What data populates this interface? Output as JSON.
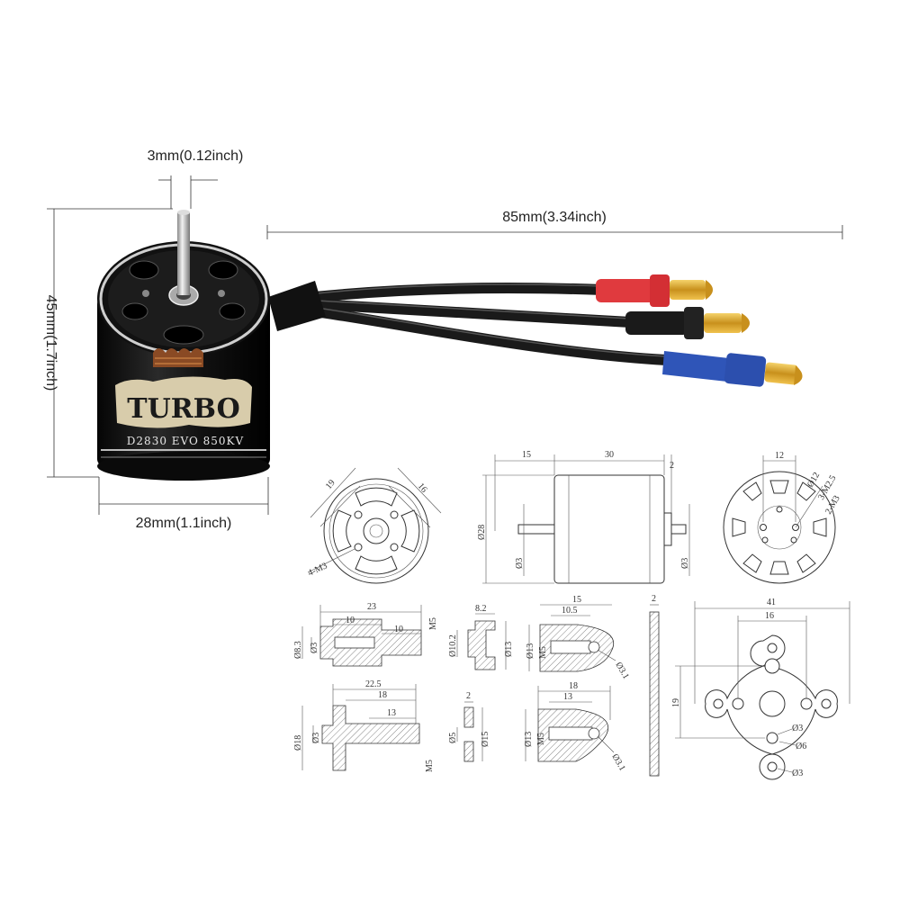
{
  "photo": {
    "brand_label": "TURBO",
    "model_label": "D2830 EVO 850KV"
  },
  "dimensions": {
    "shaft_diameter": "3mm(0.12inch)",
    "cable_length": "85mm(3.34inch)",
    "height": "45mm(1.7inch)",
    "diameter": "28mm(1.1inch)"
  },
  "colors": {
    "wire_red": "#e03a3e",
    "wire_black": "#1a1a1a",
    "wire_blue": "#2f55b8",
    "connector_gold": "#d4a32a",
    "motor_body": "#151515"
  },
  "drawings": {
    "front_view": {
      "d1": "19",
      "d2": "16",
      "holes": "4-M3"
    },
    "side_view": {
      "shaft": "15",
      "body": "30",
      "gap": "2",
      "dia": "Ø28",
      "shaft_dia": "Ø3",
      "shaft_dia2": "Ø3"
    },
    "rear_view": {
      "w": "12",
      "pcd": "Ø12",
      "holes_a": "3-M2.5",
      "holes_b": "2-M3"
    },
    "adapter_a": {
      "len": "23",
      "l1": "10",
      "l2": "10",
      "thread": "M5",
      "d_outer": "Ø8.3",
      "d_inner": "Ø3"
    },
    "collet": {
      "w": "8.2",
      "d_outer": "Ø10.2",
      "d_inner": "Ø13"
    },
    "nut_a": {
      "len": "15",
      "l1": "10.5",
      "thread": "M5",
      "d_outer": "Ø13",
      "tip": "Ø3.1"
    },
    "plate_edge": {
      "t": "2"
    },
    "plate_mount": {
      "w": "41",
      "inner": "16",
      "h": "19",
      "d1": "Ø3",
      "d2": "Ø6",
      "d3": "Ø3"
    },
    "adapter_b": {
      "len": "22.5",
      "l1": "18",
      "l2": "13",
      "thread": "M5",
      "d_outer": "Ø18",
      "d_inner": "Ø3"
    },
    "washer": {
      "t": "2",
      "d_inner": "Ø5",
      "d_outer": "Ø15"
    },
    "nut_b": {
      "len": "18",
      "l1": "13",
      "thread": "M5",
      "d_outer": "Ø13",
      "tip": "Ø3.1"
    }
  }
}
